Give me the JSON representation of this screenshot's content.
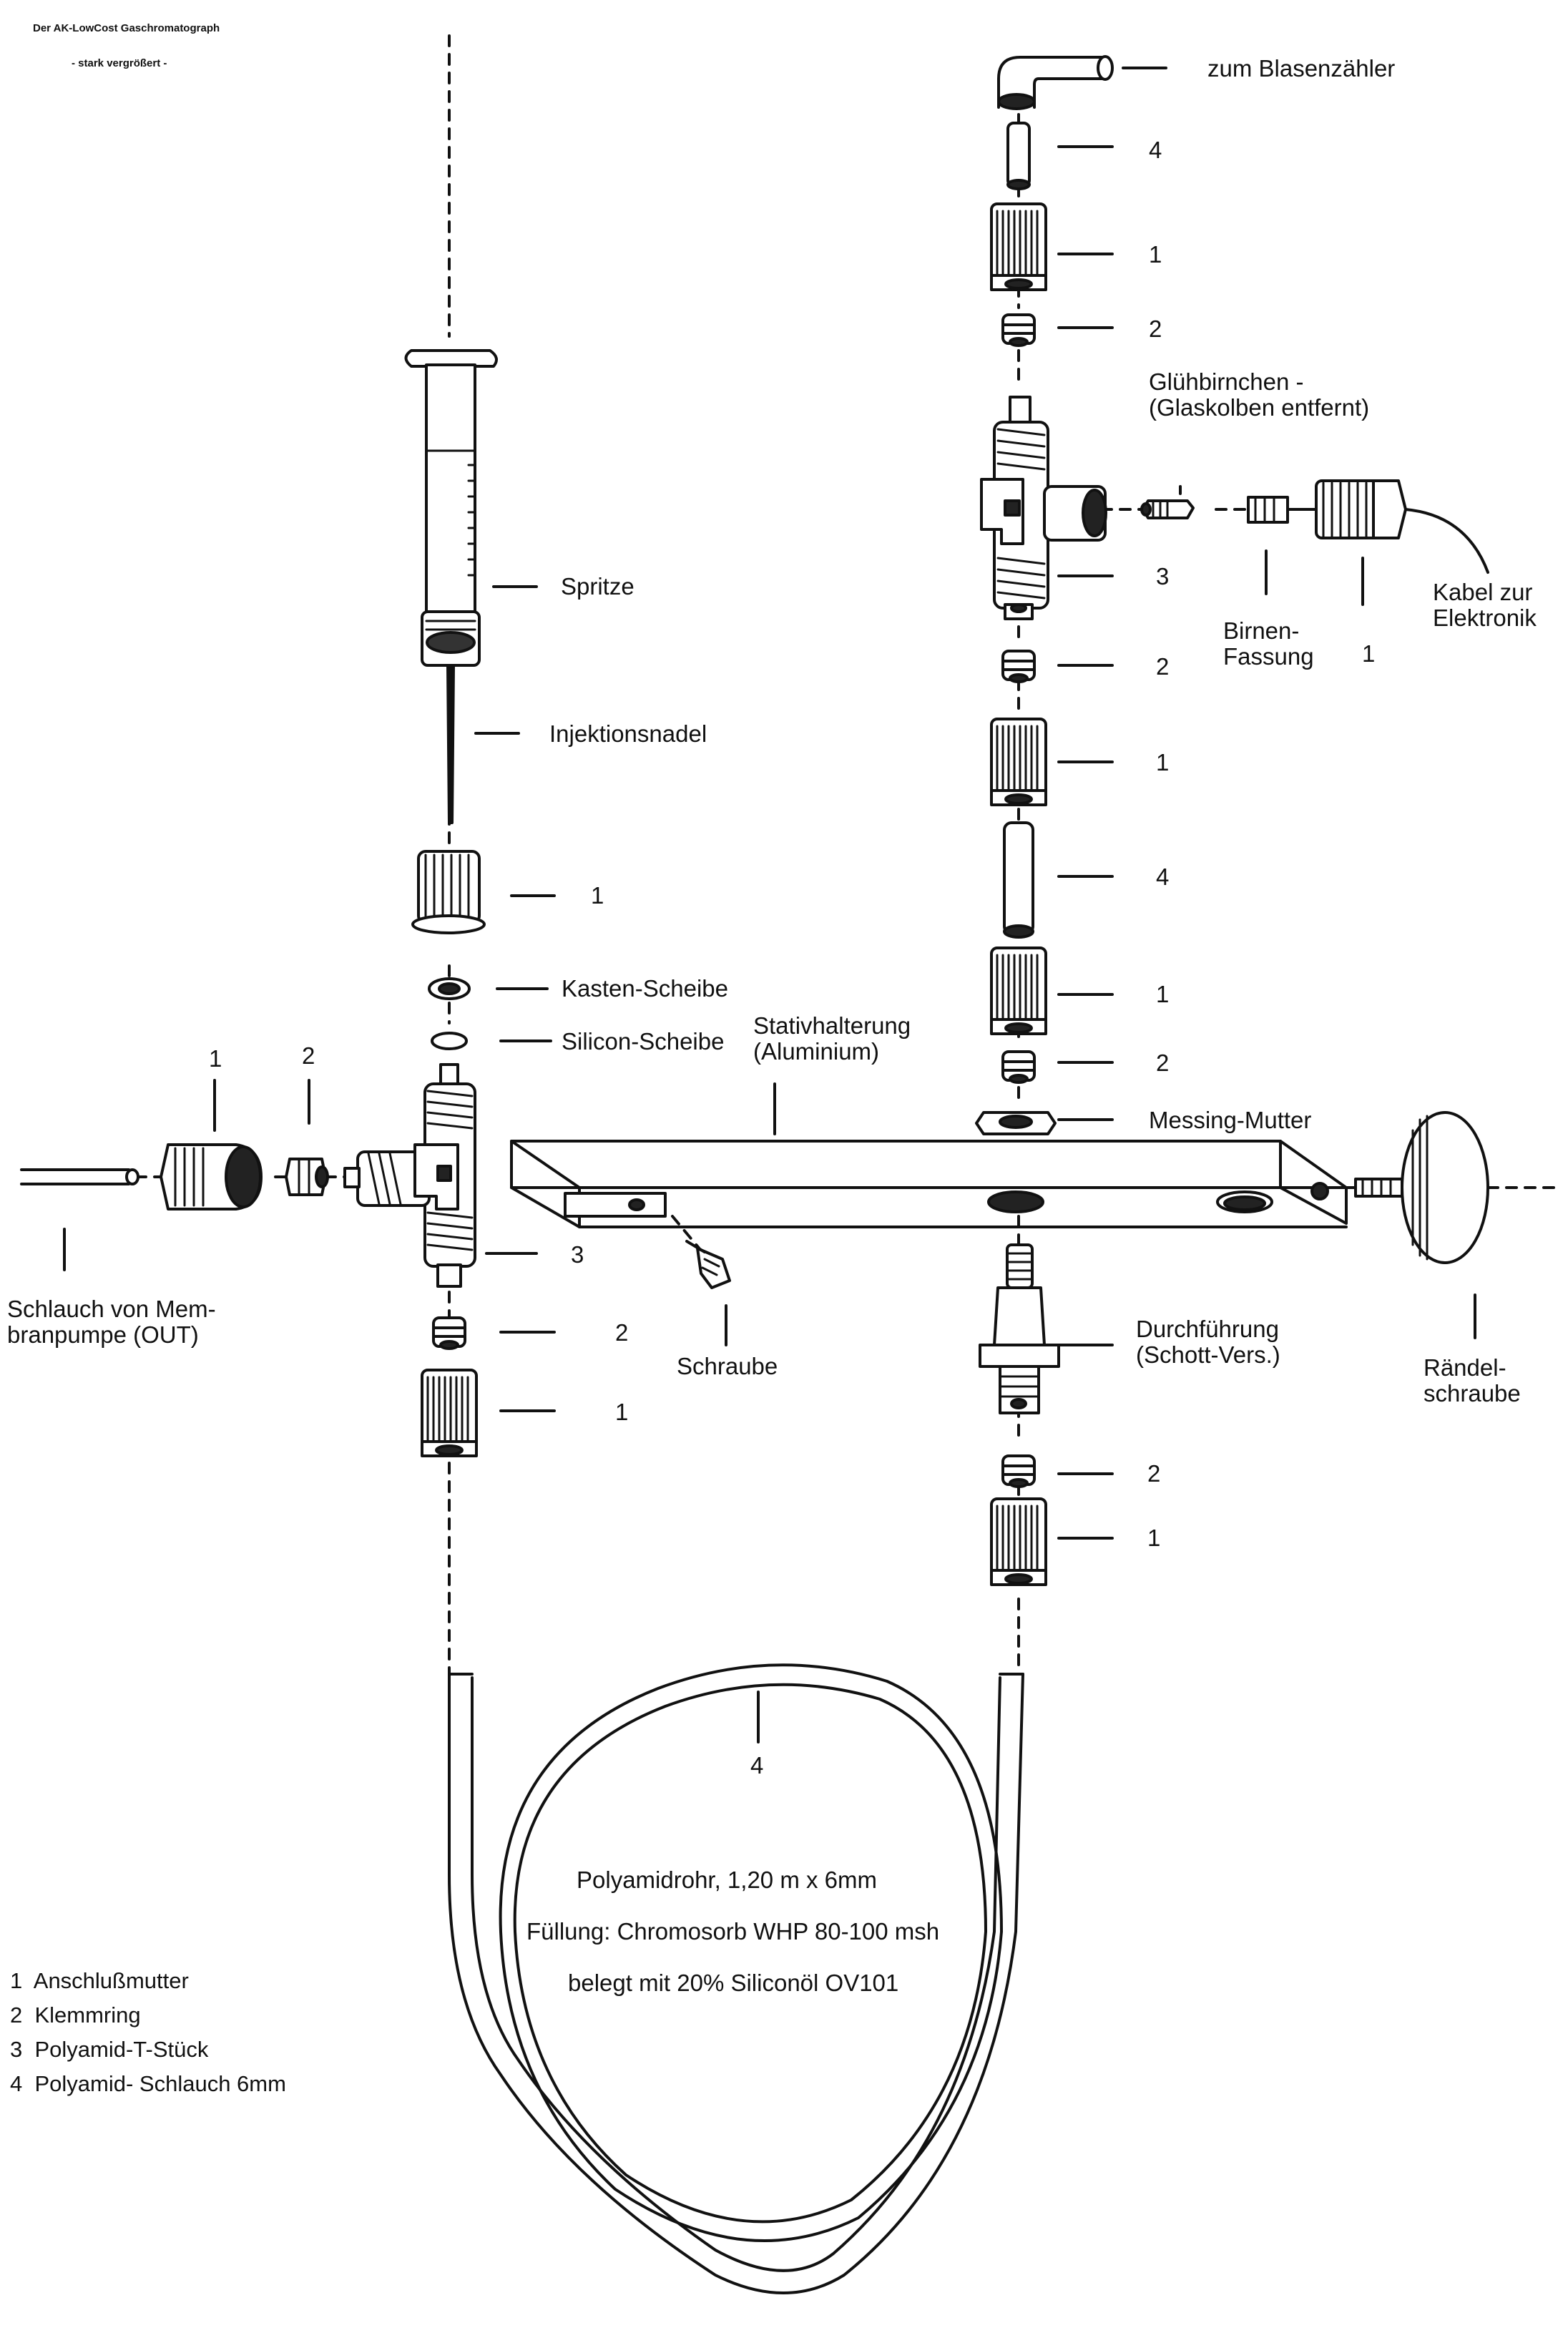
{
  "header": {
    "title": "Der AK-LowCost Gaschromatograph",
    "subtitle": "- stark vergrößert -"
  },
  "labels": {
    "zum_blasenzaehler": "zum Blasenzähler",
    "gluehbirnchen_1": "Glühbirnchen -",
    "gluehbirnchen_2": "(Glaskolben entfernt)",
    "kabel_1": "Kabel zur",
    "kabel_2": "Elektronik",
    "birnen_1": "Birnen-",
    "birnen_2": "Fassung",
    "spritze": "Spritze",
    "injektionsnadel": "Injektionsnadel",
    "kasten_scheibe": "Kasten-Scheibe",
    "silicon_scheibe": "Silicon-Scheibe",
    "stativ_1": "Stativhalterung",
    "stativ_2": "(Aluminium)",
    "messing_mutter": "Messing-Mutter",
    "schlauch_1": "Schlauch von Mem-",
    "schlauch_2": "branpumpe (OUT)",
    "schraube": "Schraube",
    "durchfuehrung_1": "Durchführung",
    "durchfuehrung_2": "(Schott-Vers.)",
    "raendel_1": "Rändel-",
    "raendel_2": "schraube",
    "coil_1": "Polyamidrohr, 1,20 m x 6mm",
    "coil_2": "Füllung: Chromosorb WHP 80-100 msh",
    "coil_3": "belegt mit 20% Siliconöl OV101"
  },
  "part_numbers": {
    "n_top_4": "4",
    "n_top_1": "1",
    "n_top_2": "2",
    "n_tee_r_3": "3",
    "n_bulb_1": "1",
    "n_r_2a": "2",
    "n_r_1a": "1",
    "n_r_4": "4",
    "n_r_1b": "1",
    "n_r_2b": "2",
    "n_l_1": "1",
    "n_h_1": "1",
    "n_h_2": "2",
    "n_tee_l_3": "3",
    "n_l_2": "2",
    "n_l_1b": "1",
    "n_r_2c": "2",
    "n_r_1c": "1",
    "n_coil_4": "4"
  },
  "legend": [
    {
      "num": "1",
      "text": "Anschlußmutter"
    },
    {
      "num": "2",
      "text": "Klemmring"
    },
    {
      "num": "3",
      "text": "Polyamid-T-Stück"
    },
    {
      "num": "4",
      "text": "Polyamid- Schlauch 6mm"
    }
  ]
}
